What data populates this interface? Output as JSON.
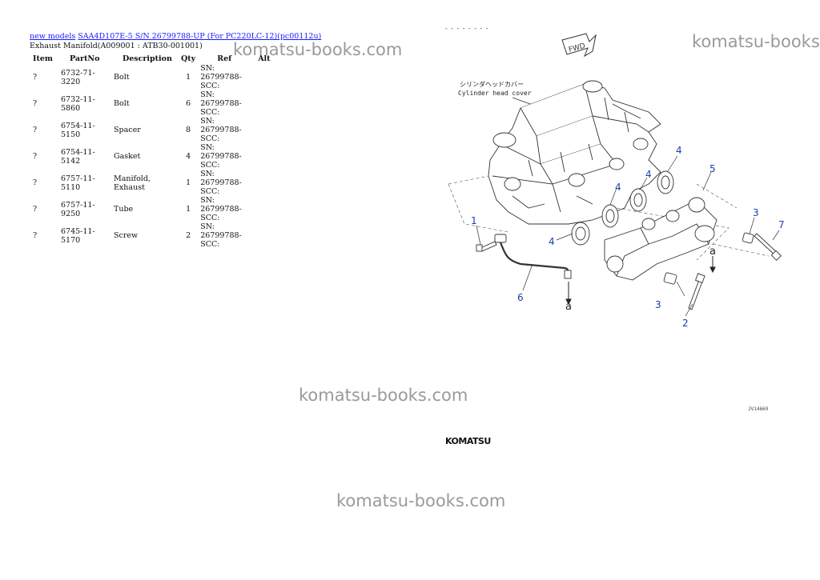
{
  "breadcrumb": {
    "new_models": "new models",
    "model": "SAA4D107E-5 S/N 26799788-UP (For PC220LC-12)(pc00112u)"
  },
  "subtitle": "Exhaust Manifold(A009001 : ATB30-001001)",
  "table": {
    "headers": {
      "item": "Item",
      "partno": "PartNo",
      "description": "Description",
      "qty": "Qty",
      "ref": "Ref",
      "alt": "Alt"
    },
    "rows": [
      {
        "item": "?",
        "partno": "6732-71-3220",
        "description": "Bolt",
        "qty": "1",
        "ref1": "SN: 26799788-",
        "ref2": "SCC:",
        "alt": ""
      },
      {
        "item": "?",
        "partno": "6732-11-5860",
        "description": "Bolt",
        "qty": "6",
        "ref1": "SN: 26799788-",
        "ref2": "SCC:",
        "alt": ""
      },
      {
        "item": "?",
        "partno": "6754-11-5150",
        "description": "Spacer",
        "qty": "8",
        "ref1": "SN: 26799788-",
        "ref2": "SCC:",
        "alt": ""
      },
      {
        "item": "?",
        "partno": "6754-11-5142",
        "description": "Gasket",
        "qty": "4",
        "ref1": "SN: 26799788-",
        "ref2": "SCC:",
        "alt": ""
      },
      {
        "item": "?",
        "partno": "6757-11-5110",
        "description": "Manifold, Exhaust",
        "qty": "1",
        "ref1": "SN: 26799788-",
        "ref2": "SCC:",
        "alt": ""
      },
      {
        "item": "?",
        "partno": "6757-11-9250",
        "description": "Tube",
        "qty": "1",
        "ref1": "SN: 26799788-",
        "ref2": "SCC:",
        "alt": ""
      },
      {
        "item": "?",
        "partno": "6745-11-5170",
        "description": "Screw",
        "qty": "2",
        "ref1": "SN: 26799788-",
        "ref2": "SCC:",
        "alt": ""
      }
    ]
  },
  "watermark": "komatsu-books.com",
  "diagram": {
    "header_dashes": "- - - - - - - -",
    "label_jp": "シリンダヘッドカバー",
    "label_en": "Cylinder head cover",
    "fwd": "FWD",
    "callouts": [
      "1",
      "2",
      "3",
      "3",
      "4",
      "4",
      "4",
      "4",
      "5",
      "6",
      "7"
    ],
    "arrow_label": "a",
    "code": "JV14669",
    "logo": "KOMATSU",
    "callout_color": "#1c3ea8"
  }
}
